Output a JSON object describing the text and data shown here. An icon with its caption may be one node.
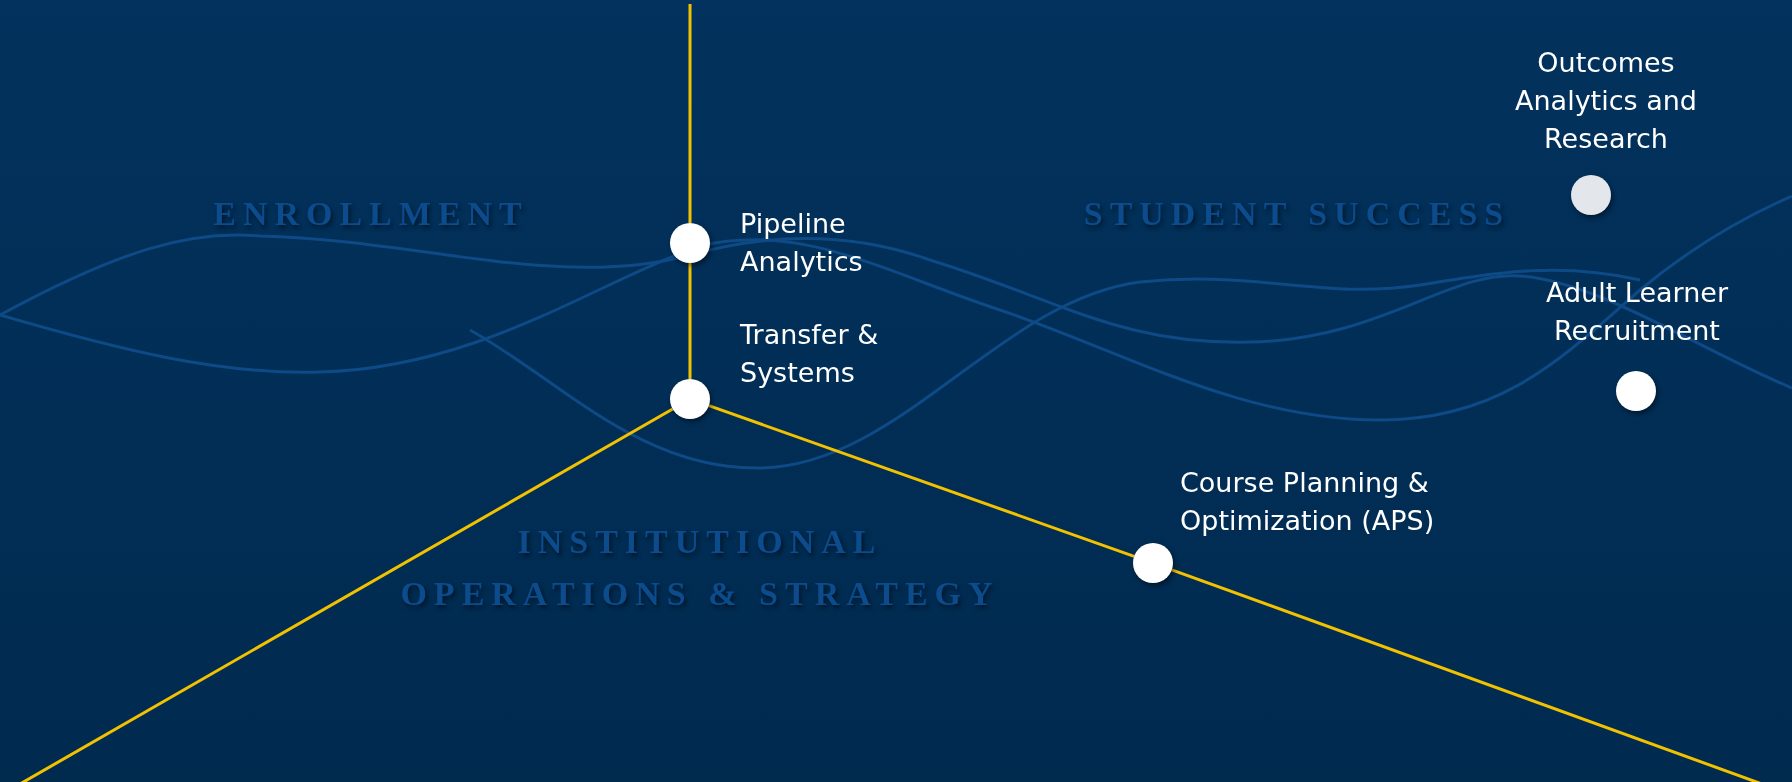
{
  "diagram": {
    "nodes": [
      {
        "text": [],
        "shape": "circle",
        "beside": [
          "Outcomes Analytics and Research"
        ]
      },
      {
        "text": [],
        "shape": "circle",
        "beside": [
          "Pipeline Analytics"
        ]
      },
      {
        "text": [],
        "shape": "circle",
        "beside": [
          "Adult Learner Recruitment"
        ]
      },
      {
        "text": [],
        "shape": "circle",
        "beside": [
          "Transfer & Systems"
        ]
      },
      {
        "text": [],
        "shape": "circle",
        "beside": [
          "Course Planning & Optimization (APS)"
        ]
      }
    ],
    "edges": [
      {
        "from": null,
        "to": 1,
        "arrow": "none"
      },
      {
        "from": 1,
        "to": 3,
        "arrow": "none"
      },
      {
        "from": 3,
        "to": null,
        "arrow": "none"
      },
      {
        "from": 3,
        "to": 4,
        "arrow": "none"
      },
      {
        "from": 4,
        "to": null,
        "arrow": "none"
      }
    ],
    "labels": [
      "ENROLLMENT",
      "STUDENT SUCCESS",
      "INSTITUTIONAL OPERATIONS & STRATEGY"
    ]
  }
}
